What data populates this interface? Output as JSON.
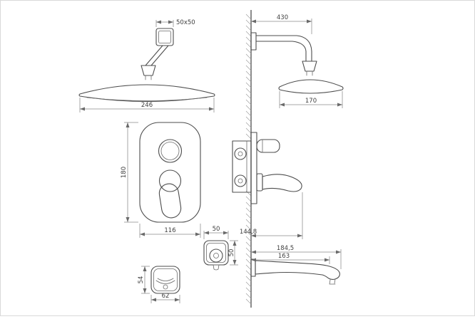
{
  "style": {
    "background": "#ffffff",
    "border_color": "#d9d9d9",
    "outline_color": "#4d4d4d",
    "dimension_color": "#8a8a8a",
    "text_color": "#3f3f3f"
  },
  "drawing": {
    "labels": {
      "flange_size": "50x50",
      "arm_length": "430",
      "head_width_front": "246",
      "head_width_side": "170",
      "plate_height": "180",
      "plate_width": "116",
      "handle_projection": "144,8",
      "spout_top_width": "50",
      "spout_top_depth": "50",
      "spout_front_width": "62",
      "spout_front_height": "54",
      "spout_projection_total": "184,5",
      "spout_projection": "163"
    }
  }
}
